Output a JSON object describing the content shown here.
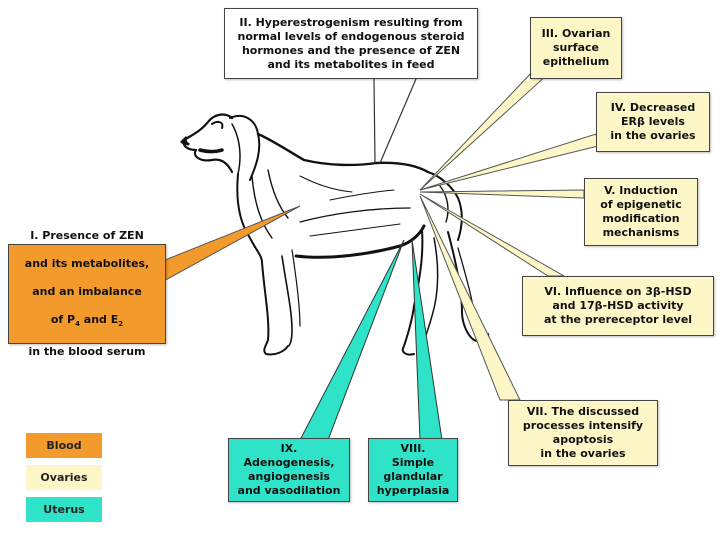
{
  "colors": {
    "blood": "#f39a2c",
    "ovaries": "#fdf7c8",
    "uterus": "#2fe3c8",
    "outline": "#444444"
  },
  "callouts": {
    "c1": {
      "line1": "I. Presence of ZEN",
      "line2": "and its metabolites,",
      "line3": "and an imbalance",
      "line4a": "of P",
      "sub4a": "4",
      "line4b": " and E",
      "sub4b": "2",
      "line5": "in the blood serum",
      "category": "Blood"
    },
    "c2": {
      "text": "II. Hyperestrogenism resulting from\nnormal levels of endogenous steroid\nhormones and the presence of ZEN\nand its metabolites in feed"
    },
    "c3": {
      "text": "III. Ovarian\nsurface\nepithelium",
      "category": "Ovaries"
    },
    "c4": {
      "text": "IV. Decreased\nERβ levels\nin the ovaries",
      "category": "Ovaries"
    },
    "c5": {
      "text": "V. Induction\nof epigenetic\nmodification\nmechanisms",
      "category": "Ovaries"
    },
    "c6": {
      "text": "VI. Influence on 3β-HSD\nand 17β-HSD activity\nat the prereceptor level",
      "category": "Ovaries"
    },
    "c7": {
      "text": "VII. The discussed\nprocesses intensify\napoptosis\nin the ovaries",
      "category": "Ovaries"
    },
    "c8": {
      "text": "VIII.\nSimple\nglandular\nhyperplasia",
      "category": "Uterus"
    },
    "c9": {
      "text": "IX.\nAdenogenesis,\nangiogenesis\nand vasodilation",
      "category": "Uterus"
    }
  },
  "legend": [
    {
      "label": "Blood",
      "color": "#f39a2c"
    },
    {
      "label": "Ovaries",
      "color": "#fdf7c8"
    },
    {
      "label": "Uterus",
      "color": "#2fe3c8"
    }
  ]
}
